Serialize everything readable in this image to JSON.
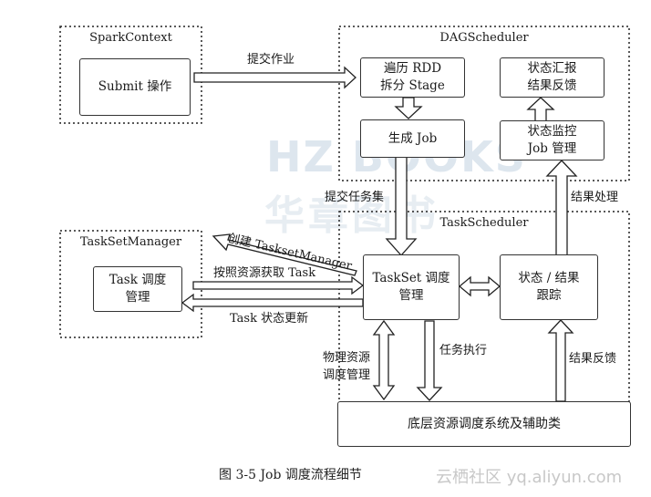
{
  "containers": {
    "spark": "SparkContext",
    "dag": "DAGScheduler",
    "task": "TaskScheduler",
    "tsm": "TaskSetManager"
  },
  "boxes": {
    "submit": "Submit 操作",
    "rdd_1": "遍历 RDD",
    "rdd_2": "拆分 Stage",
    "gen_job": "生成 Job",
    "report_1": "状态汇报",
    "report_2": "结果反馈",
    "monitor_1": "状态监控",
    "monitor_2": "Job 管理",
    "tsm_1": "Task 调度",
    "tsm_2": "管理",
    "taskset_1": "TaskSet 调度",
    "taskset_2": "管理",
    "track_1": "状态 / 结果",
    "track_2": "跟踪",
    "bottom": "底层资源调度系统及辅助类"
  },
  "arrows": {
    "submit_job": "提交作业",
    "submit_taskset": "提交任务集",
    "result_process": "结果处理",
    "create_tsm": "创建 TasksetManager",
    "fetch_task": "按照资源获取 Task",
    "status_update": "Task 状态更新",
    "phys_1": "物理资源",
    "phys_2": "调度管理",
    "task_exec": "任务执行",
    "result_feedback": "结果反馈"
  },
  "caption": "图 3-5    Job 调度流程细节",
  "watermark": {
    "logo_latin": "HZ BOOKS",
    "logo_cjk": "华章图书",
    "site": "云栖社区 yq.aliyun.com"
  }
}
